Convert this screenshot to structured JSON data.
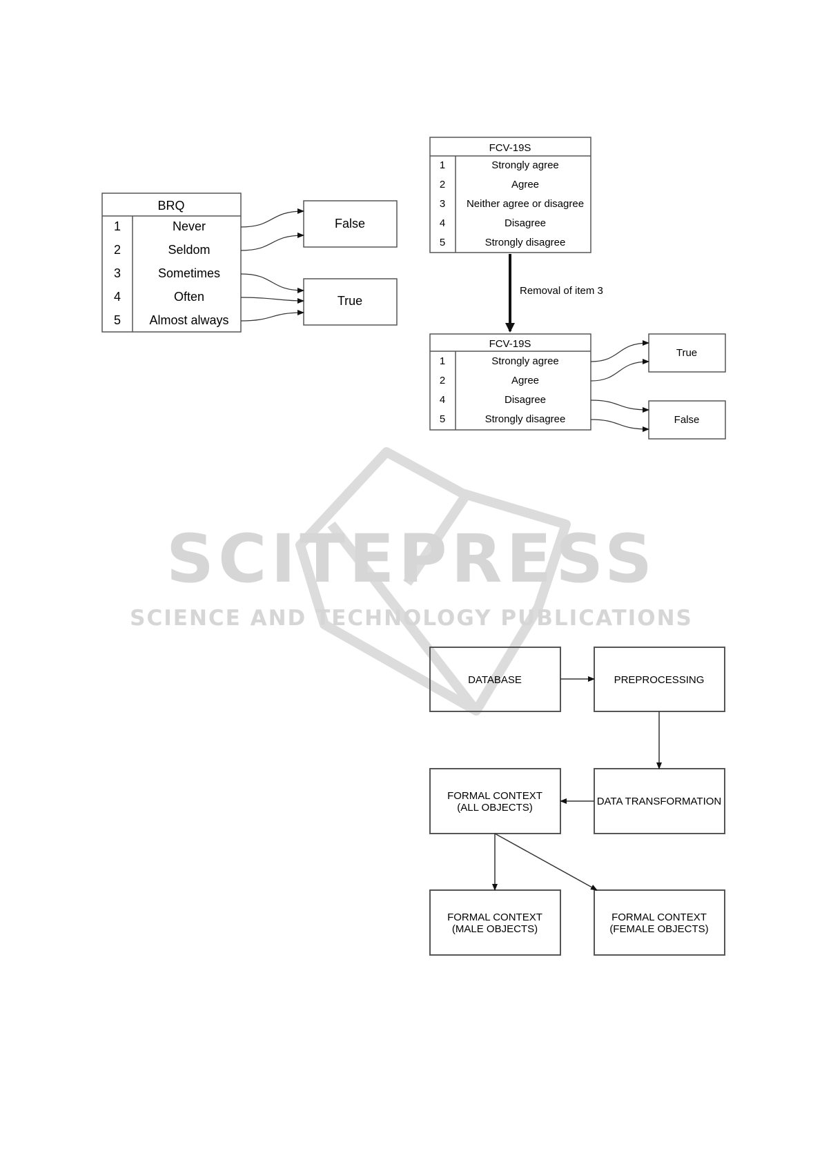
{
  "watermark": {
    "brand": "SCITEPRESS",
    "tagline": "SCIENCE AND TECHNOLOGY PUBLICATIONS",
    "color": "#d8d8d8"
  },
  "brq": {
    "title": "BRQ",
    "rows": [
      {
        "num": "1",
        "label": "Never"
      },
      {
        "num": "2",
        "label": "Seldom"
      },
      {
        "num": "3",
        "label": "Sometimes"
      },
      {
        "num": "4",
        "label": "Often"
      },
      {
        "num": "5",
        "label": "Almost always"
      }
    ],
    "false_label": "False",
    "true_label": "True"
  },
  "fcv_full": {
    "title": "FCV-19S",
    "rows": [
      {
        "num": "1",
        "label": "Strongly agree"
      },
      {
        "num": "2",
        "label": "Agree"
      },
      {
        "num": "3",
        "label": "Neither agree or disagree"
      },
      {
        "num": "4",
        "label": "Disagree"
      },
      {
        "num": "5",
        "label": "Strongly disagree"
      }
    ]
  },
  "removal_label": "Removal of item 3",
  "fcv_reduced": {
    "title": "FCV-19S",
    "rows": [
      {
        "num": "1",
        "label": "Strongly agree"
      },
      {
        "num": "2",
        "label": "Agree"
      },
      {
        "num": "4",
        "label": "Disagree"
      },
      {
        "num": "5",
        "label": "Strongly disagree"
      }
    ],
    "true_label": "True",
    "false_label": "False"
  },
  "flow": {
    "database": "DATABASE",
    "preprocessing": "PREPROCESSING",
    "data_transformation": "DATA TRANSFORMATION",
    "formal_all": [
      "FORMAL CONTEXT",
      "(ALL OBJECTS)"
    ],
    "formal_male": [
      "FORMAL CONTEXT",
      "(MALE OBJECTS)"
    ],
    "formal_female": [
      "FORMAL CONTEXT",
      "(FEMALE OBJECTS)"
    ]
  }
}
